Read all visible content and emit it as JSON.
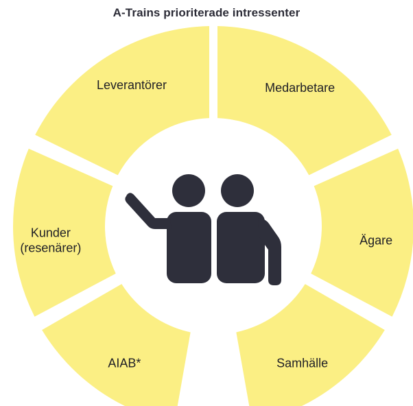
{
  "title": "A-Trains prioriterade intressenter",
  "colors": {
    "segment_fill": "#fbef84",
    "icon_fill": "#2e2f3b",
    "text": "#1f1f26",
    "background": "#ffffff"
  },
  "center_icon": "two-people-icon",
  "segments": [
    {
      "id": "leverantorer",
      "lines": [
        "Leverantörer"
      ]
    },
    {
      "id": "medarbetare",
      "lines": [
        "Medarbetare"
      ]
    },
    {
      "id": "kunder",
      "lines": [
        "Kunder",
        "(resenärer)"
      ]
    },
    {
      "id": "agare",
      "lines": [
        "Ägare"
      ]
    },
    {
      "id": "aiab",
      "lines": [
        "AIAB*"
      ]
    },
    {
      "id": "samhalle",
      "lines": [
        "Samhälle"
      ]
    }
  ]
}
